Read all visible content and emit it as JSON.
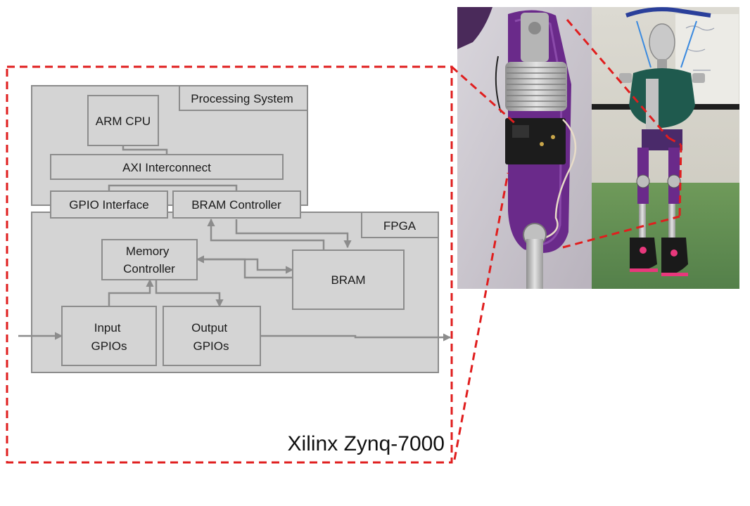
{
  "diagram": {
    "processing_system": "Processing System",
    "arm_cpu": "ARM CPU",
    "axi_interconnect": "AXI Interconnect",
    "gpio_interface": "GPIO Interface",
    "bram_controller": "BRAM Controller",
    "fpga": "FPGA",
    "memory_controller": [
      "Memory",
      "Controller"
    ],
    "bram": "BRAM",
    "input_gpios": [
      "Input",
      "GPIOs"
    ],
    "output_gpios": [
      "Output",
      "GPIOs"
    ],
    "chip_name": "Xilinx Zynq-7000"
  },
  "photo": {
    "subjects": [
      "robot-leg-closeup",
      "humanoid-robot-full-body"
    ]
  },
  "colors": {
    "box_fill": "#d4d4d4",
    "box_stroke": "#8c8c8c",
    "callout_dash": "#e01e1e",
    "robot_purple": "#6a2a8a",
    "robot_green": "#1f5a4e"
  }
}
